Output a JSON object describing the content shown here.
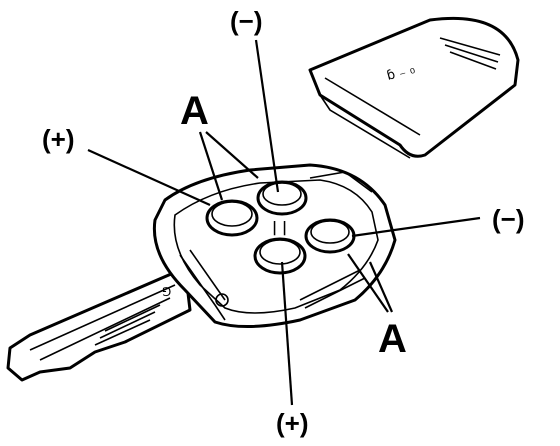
{
  "labels": {
    "minus_top": "(−)",
    "minus_right": "(−)",
    "plus_left": "(+)",
    "plus_bottom": "(+)",
    "a_upper": "A",
    "a_lower": "A"
  },
  "key_cover_marking": "ɓ ₋ ₀"
}
